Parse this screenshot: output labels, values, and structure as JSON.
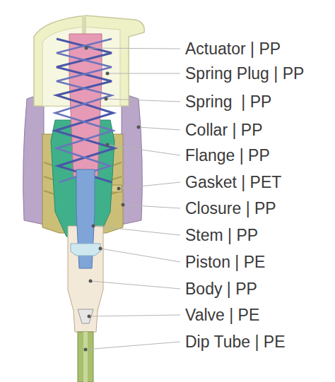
{
  "diagram": {
    "labels": [
      "Actuator | PP",
      "Spring Plug | PP",
      "Spring  | PP",
      "Collar | PP",
      "Flange | PP",
      "Gasket | PET",
      "Closure | PP",
      "Stem | PP",
      "Piston | PE",
      "Body | PP",
      "Valve | PE",
      "Dip Tube | PE"
    ]
  }
}
